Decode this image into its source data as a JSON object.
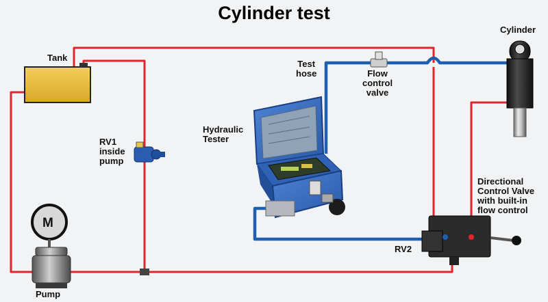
{
  "diagram": {
    "title": "Cylinder test",
    "labels": {
      "tank": "Tank",
      "pump": "Pump",
      "motor": "M",
      "rv1": "RV1\ninside\npump",
      "hydraulic_tester": "Hydraulic\nTester",
      "test_hose": "Test\nhose",
      "flow_control_valve": "Flow\ncontrol\nvalve",
      "cylinder": "Cylinder",
      "directional_control_valve": "Directional\nControl Valve\nwith built-in\nflow control",
      "rv2": "RV2"
    },
    "colors": {
      "background": "#f2f3f5",
      "pressure_line": "#e0262c",
      "test_line": "#1e5fb0",
      "tank_fill": "#e9be3a",
      "tester_body": "#3a6fc2",
      "component_dark": "#222222"
    }
  }
}
